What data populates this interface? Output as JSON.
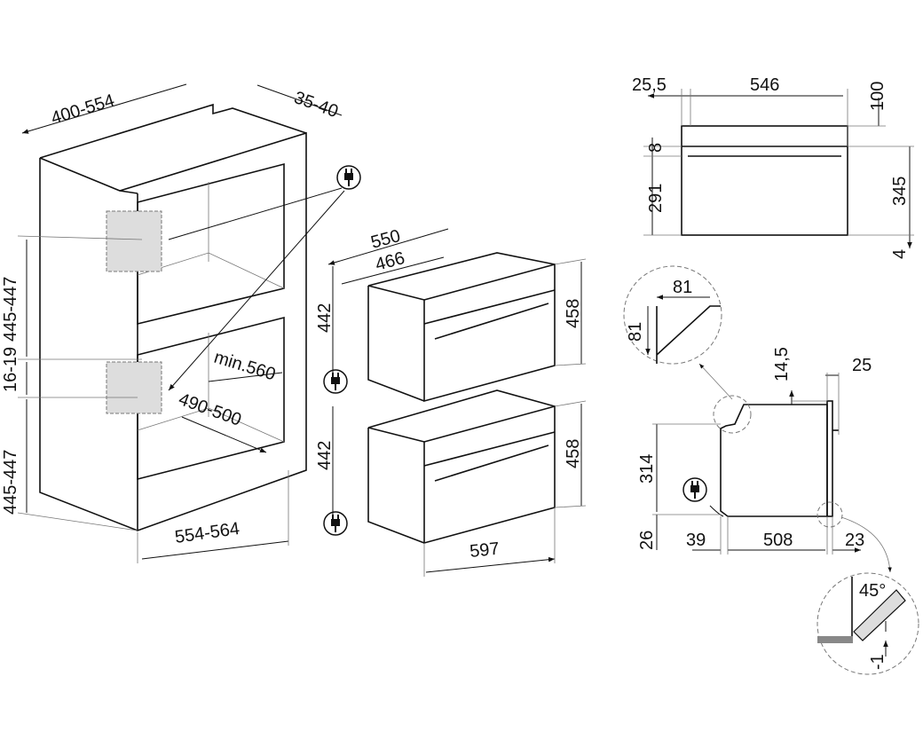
{
  "niche": {
    "depth": "400-554",
    "offset": "35-40",
    "h_upper": "445-447",
    "gap": "16-19",
    "h_lower": "445-447",
    "min_depth": "min.560",
    "inner_depth": "490-500",
    "width": "554-564"
  },
  "ovens": {
    "depth_total": "550",
    "depth_body": "466",
    "upper_body_h": "442",
    "upper_front_h": "458",
    "lower_body_h": "442",
    "lower_front_h": "458",
    "width": "597"
  },
  "front_view": {
    "side": "25,5",
    "width": "546",
    "top": "100",
    "gap": "8",
    "inner_h": "291",
    "total_h": "345",
    "bottom": "4"
  },
  "detail_top": {
    "w": "81",
    "h": "81"
  },
  "side_view": {
    "top_gap": "14,5",
    "door": "25",
    "height": "314",
    "bottom": "26",
    "back": "39",
    "depth": "508",
    "front": "23"
  },
  "detail_bottom": {
    "angle": "45°",
    "offset": "-1"
  }
}
